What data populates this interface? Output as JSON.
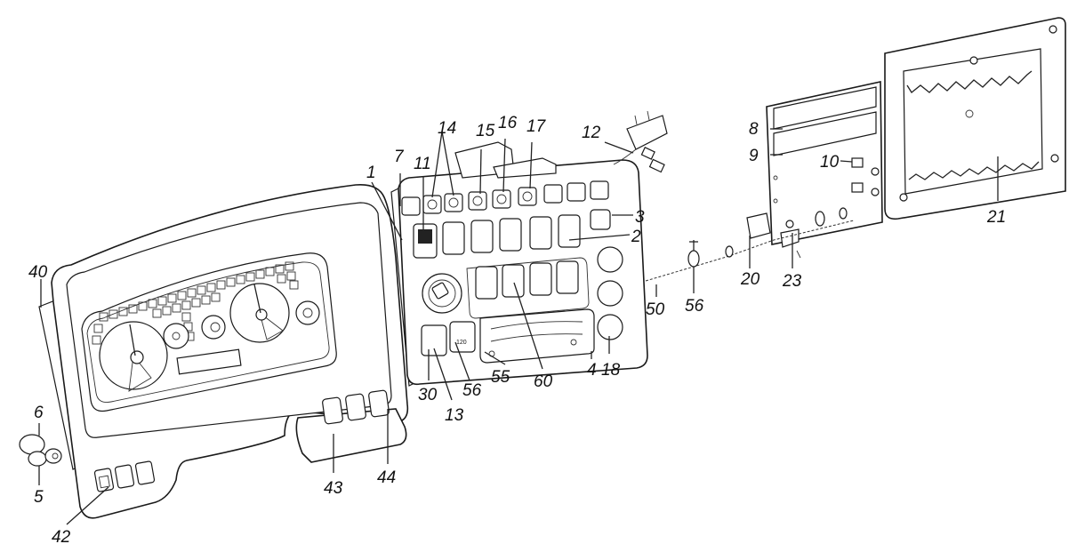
{
  "diagram": {
    "type": "exploded-parts-view",
    "subject": "Instrument panel assembly",
    "callouts": [
      {
        "id": "c1",
        "label": "1"
      },
      {
        "id": "c2",
        "label": "2"
      },
      {
        "id": "c3",
        "label": "3"
      },
      {
        "id": "c4",
        "label": "4"
      },
      {
        "id": "c5",
        "label": "5"
      },
      {
        "id": "c6",
        "label": "6"
      },
      {
        "id": "c7",
        "label": "7"
      },
      {
        "id": "c8",
        "label": "8"
      },
      {
        "id": "c9",
        "label": "9"
      },
      {
        "id": "c10",
        "label": "10"
      },
      {
        "id": "c11",
        "label": "11"
      },
      {
        "id": "c12",
        "label": "12"
      },
      {
        "id": "c13",
        "label": "13"
      },
      {
        "id": "c14",
        "label": "14"
      },
      {
        "id": "c15",
        "label": "15"
      },
      {
        "id": "c16",
        "label": "16"
      },
      {
        "id": "c17",
        "label": "17"
      },
      {
        "id": "c18",
        "label": "18"
      },
      {
        "id": "c20",
        "label": "20"
      },
      {
        "id": "c21",
        "label": "21"
      },
      {
        "id": "c23",
        "label": "23"
      },
      {
        "id": "c30",
        "label": "30"
      },
      {
        "id": "c40",
        "label": "40"
      },
      {
        "id": "c42",
        "label": "42"
      },
      {
        "id": "c43",
        "label": "43"
      },
      {
        "id": "c44",
        "label": "44"
      },
      {
        "id": "c50",
        "label": "50"
      },
      {
        "id": "c55",
        "label": "55"
      },
      {
        "id": "c56a",
        "label": "56"
      },
      {
        "id": "c56b",
        "label": "56"
      },
      {
        "id": "c60",
        "label": "60"
      }
    ],
    "gauge_marking": "120"
  }
}
